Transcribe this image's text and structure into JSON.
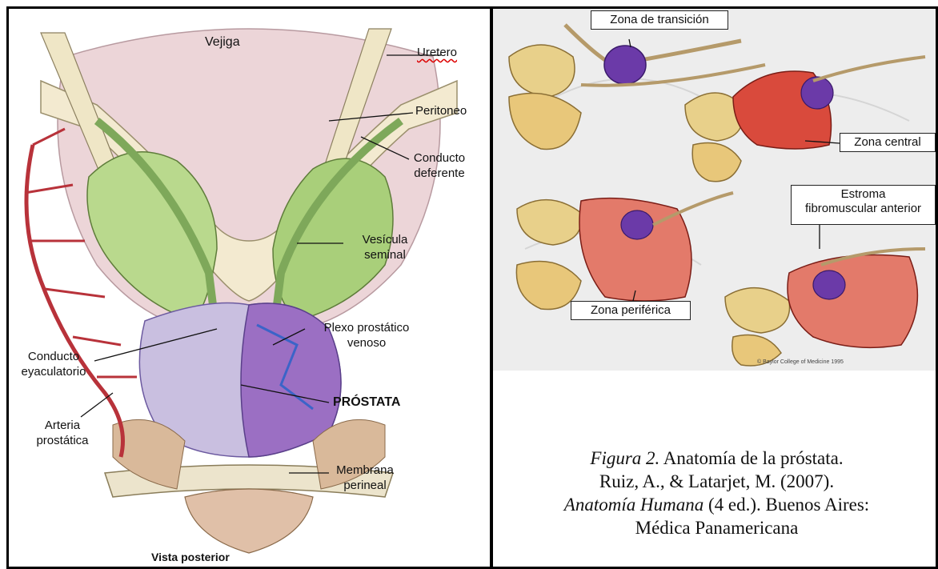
{
  "left": {
    "labels": {
      "vejiga": "Vejiga",
      "uretero": "Uretero",
      "peritoneo": "Peritoneo",
      "conducto_deferente_1": "Conducto",
      "conducto_deferente_2": "deferente",
      "vesicula_1": "Vesícula",
      "vesicula_2": "seminal",
      "plexo_1": "Plexo prostático",
      "plexo_2": "venoso",
      "eyac_1": "Conducto",
      "eyac_2": "eyaculatorio",
      "prostata": "PRÓSTATA",
      "arteria_1": "Arteria",
      "arteria_2": "prostática",
      "membrana_1": "Membrana",
      "membrana_2": "perineal",
      "vista": "Vista posterior"
    }
  },
  "right": {
    "labels": {
      "transicion": "Zona de transición",
      "central": "Zona central",
      "estroma_1": "Estroma",
      "estroma_2": "fibromuscular anterior",
      "periferica": "Zona periférica",
      "credit": "© Baylor College of Medicine 1995"
    }
  },
  "caption": {
    "fig_label": "Figura 2.",
    "line1_rest": " Anatomía de la próstata.",
    "line2": "Ruiz, A., & Latarjet, M. (2007).",
    "book": "Anatomía Humana",
    "line3_rest": " (4 ed.). Buenos Aires:",
    "line4": "Médica Panamericana"
  },
  "colors": {
    "bladder": "#ecd5d8",
    "peritoneum": "#f3ead0",
    "vesicle": "#a9cf7a",
    "prostate_left": "#c9bfe0",
    "prostate_right": "#9b6fc3",
    "artery": "#b8323a",
    "zone_red": "#d94a3c",
    "transition_purple": "#6b3aa8"
  }
}
